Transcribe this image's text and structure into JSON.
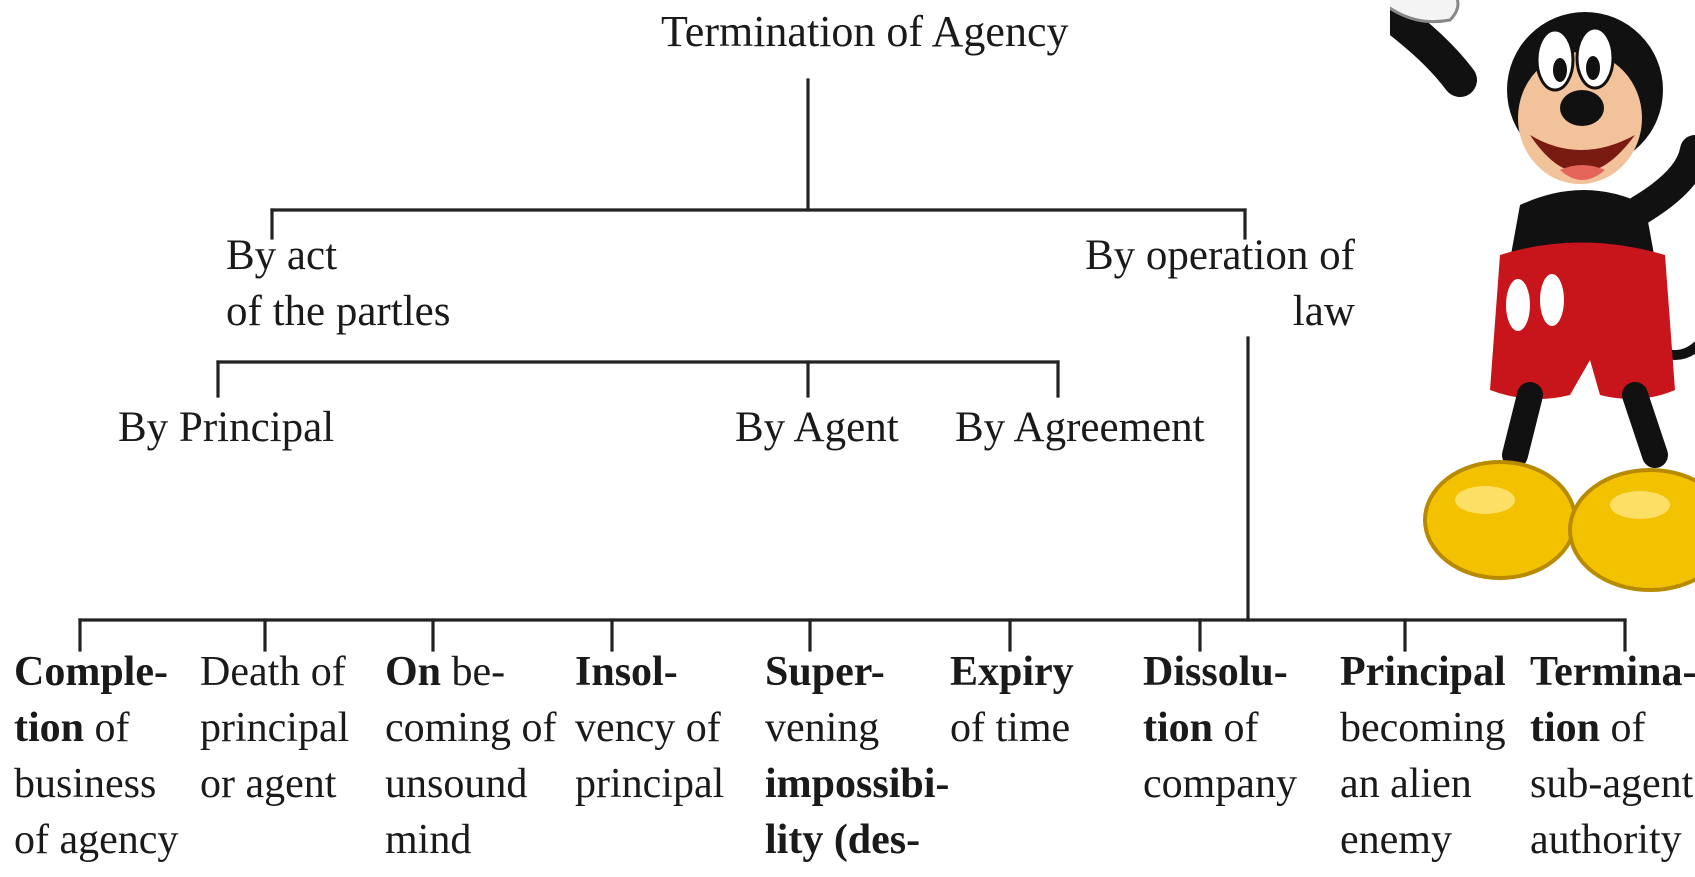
{
  "diagram": {
    "root": "Termination of Agency",
    "branch_parties": [
      "By act",
      "of the partles"
    ],
    "branch_law": [
      "By operation of",
      "law"
    ],
    "by_principal": "By Principal",
    "by_agent": "By Agent",
    "by_agreement": "By Agreement",
    "leaves": [
      {
        "lines": [
          [
            "Comple-",
            ""
          ],
          [
            "tion",
            " of"
          ],
          [
            "",
            "business"
          ],
          [
            "",
            "of agency"
          ]
        ]
      },
      {
        "lines": [
          [
            "",
            "Death of"
          ],
          [
            "",
            "principal"
          ],
          [
            "",
            "or agent"
          ]
        ]
      },
      {
        "lines": [
          [
            "On",
            " be-"
          ],
          [
            "",
            "coming of"
          ],
          [
            "",
            "unsound"
          ],
          [
            "",
            "mind"
          ]
        ]
      },
      {
        "lines": [
          [
            "Insol-",
            ""
          ],
          [
            "",
            "vency of"
          ],
          [
            "",
            "principal"
          ]
        ]
      },
      {
        "lines": [
          [
            "Super-",
            ""
          ],
          [
            "",
            "vening"
          ],
          [
            "impossibi-",
            ""
          ],
          [
            "lity (des-",
            ""
          ]
        ]
      },
      {
        "lines": [
          [
            "Expiry",
            ""
          ],
          [
            "",
            "of time"
          ]
        ]
      },
      {
        "lines": [
          [
            "Dissolu-",
            ""
          ],
          [
            "tion",
            " of"
          ],
          [
            "",
            "company"
          ]
        ]
      },
      {
        "lines": [
          [
            "Principal",
            ""
          ],
          [
            "",
            "becoming"
          ],
          [
            "",
            "an alien"
          ],
          [
            "",
            "enemy"
          ]
        ]
      },
      {
        "lines": [
          [
            "Termina-",
            ""
          ],
          [
            "tion",
            " of"
          ],
          [
            "",
            "sub-agent"
          ],
          [
            "",
            "authority"
          ]
        ]
      }
    ]
  }
}
